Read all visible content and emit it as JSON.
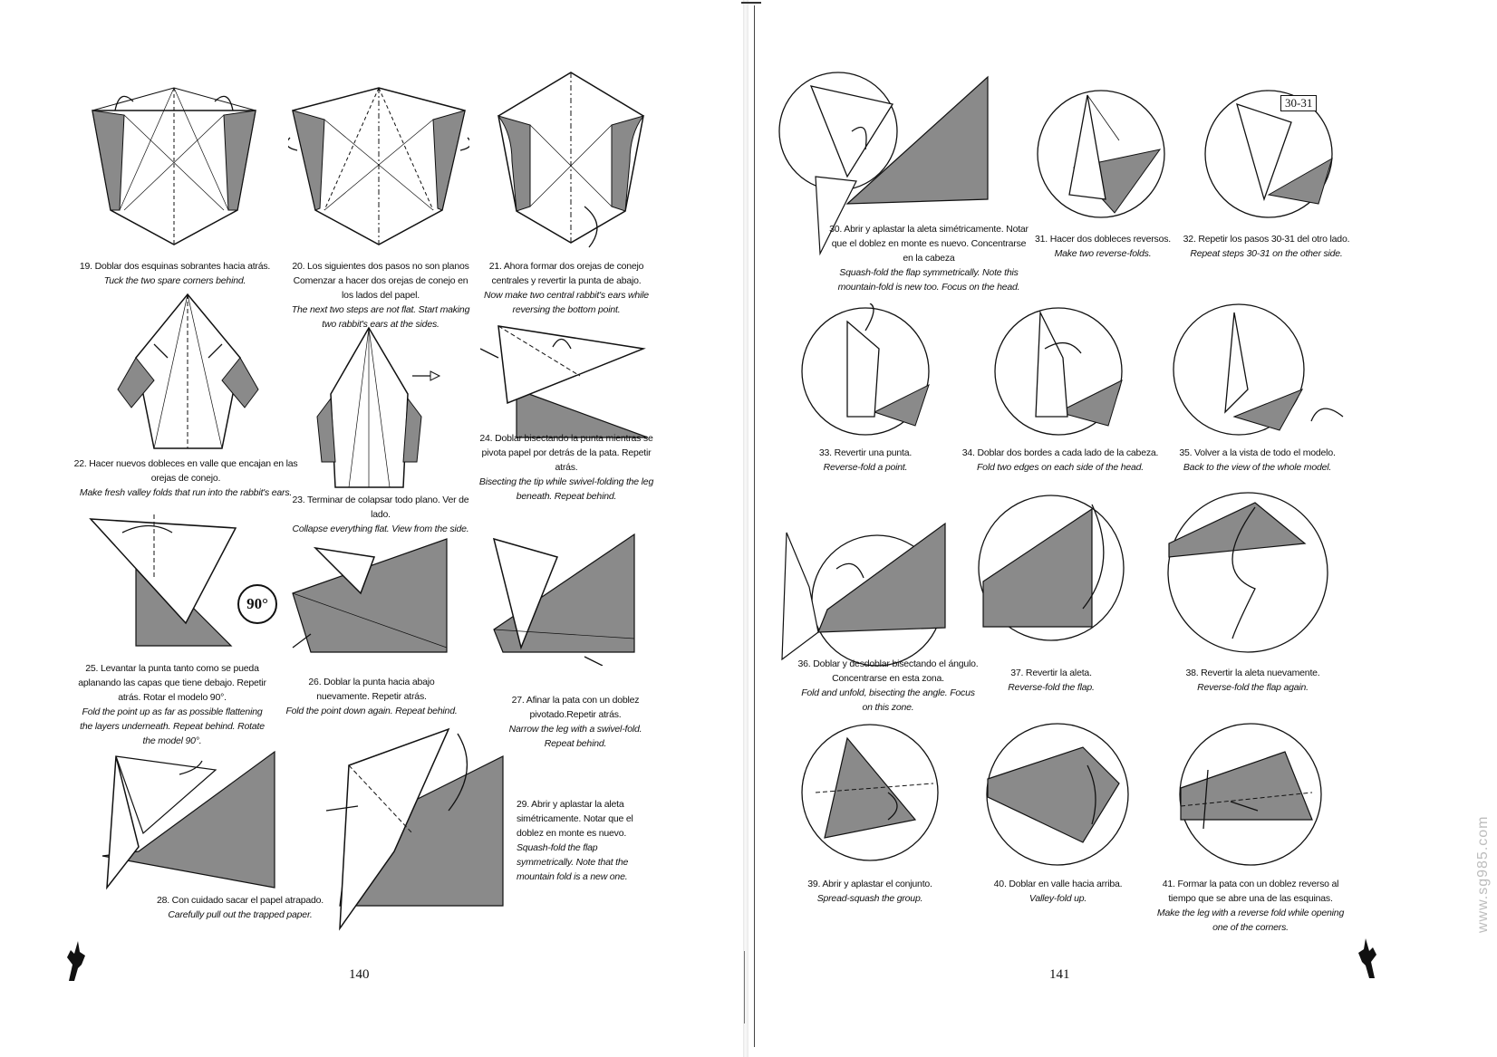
{
  "left_page": {
    "page_number": "140",
    "steps": [
      {
        "es": "19. Doblar dos esquinas sobrantes hacia atrás.",
        "en": "Tuck the two spare corners behind."
      },
      {
        "es": "20. Los siguientes dos pasos no son planos Comenzar a hacer dos orejas de conejo en los lados del papel.",
        "en": "The next two steps are not flat. Start making two rabbit's ears at the sides."
      },
      {
        "es": "21. Ahora formar dos orejas de conejo centrales y revertir la punta de abajo.",
        "en": "Now make two central rabbit's ears while reversing the bottom point."
      },
      {
        "es": "22. Hacer nuevos dobleces en valle que encajan en las orejas de conejo.",
        "en": "Make fresh valley folds that run into the rabbit's ears."
      },
      {
        "es": "23. Terminar de colapsar todo plano. Ver de lado.",
        "en": "Collapse everything flat. View from the side."
      },
      {
        "es": "24. Doblar bisectando la punta mientras se pivota papel por detrás de la pata. Repetir atrás.",
        "en": "Bisecting the tip while swivel-folding the leg beneath. Repeat behind."
      },
      {
        "es": "25. Levantar la punta tanto como se pueda aplanando las capas que tiene debajo. Repetir atrás. Rotar el modelo 90°.",
        "en": "Fold the point up as far as possible flattening the layers underneath. Repeat behind. Rotate the model 90°."
      },
      {
        "es": "26. Doblar la punta hacia abajo nuevamente. Repetir atrás.",
        "en": "Fold the point down again. Repeat behind."
      },
      {
        "es": "27. Afinar la pata con un doblez pivotado.Repetir atrás.",
        "en": "Narrow the leg with a swivel-fold. Repeat behind."
      },
      {
        "es": "28. Con cuidado sacar el papel atrapado.",
        "en": "Carefully pull out the trapped paper."
      },
      {
        "es": "29. Abrir y aplastar la aleta simétricamente. Notar que el doblez en monte es nuevo.",
        "en": "Squash-fold the flap symmetrically. Note that the mountain fold is a new one."
      }
    ],
    "rotate_badge": "90°"
  },
  "right_page": {
    "page_number": "141",
    "tag": "30-31",
    "steps": [
      {
        "es": "30. Abrir y aplastar la aleta simétricamente. Notar que el doblez en monte es nuevo. Concentrarse en la cabeza",
        "en": "Squash-fold the flap symmetrically. Note this mountain-fold is new too. Focus on the head."
      },
      {
        "es": "31. Hacer dos dobleces reversos.",
        "en": "Make two reverse-folds."
      },
      {
        "es": "32. Repetir los pasos 30-31 del otro lado.",
        "en": "Repeat steps 30-31 on the other side."
      },
      {
        "es": "33. Revertir una punta.",
        "en": "Reverse-fold a point."
      },
      {
        "es": "34. Doblar dos bordes a cada lado de la cabeza.",
        "en": "Fold two edges on each side of the head."
      },
      {
        "es": "35. Volver a la vista de todo el modelo.",
        "en": "Back to the view of the whole model."
      },
      {
        "es": "36. Doblar y desdoblar bisectando el ángulo. Concentrarse en esta zona.",
        "en": "Fold and unfold, bisecting the angle. Focus on this zone."
      },
      {
        "es": "37. Revertir la aleta.",
        "en": "Reverse-fold the flap."
      },
      {
        "es": "38. Revertir la aleta nuevamente.",
        "en": "Reverse-fold the flap again."
      },
      {
        "es": "39. Abrir y aplastar el conjunto.",
        "en": "Spread-squash the group."
      },
      {
        "es": "40. Doblar en valle hacia arriba.",
        "en": "Valley-fold up."
      },
      {
        "es": "41. Formar la pata con un doblez reverso al tiempo que se abre una de las esquinas.",
        "en": "Make the leg with a reverse fold while opening one of the corners."
      }
    ]
  },
  "watermark": "www.sg985.com",
  "colors": {
    "paper_shade": "#8a8a8a",
    "line": "#111111",
    "background": "#ffffff"
  }
}
